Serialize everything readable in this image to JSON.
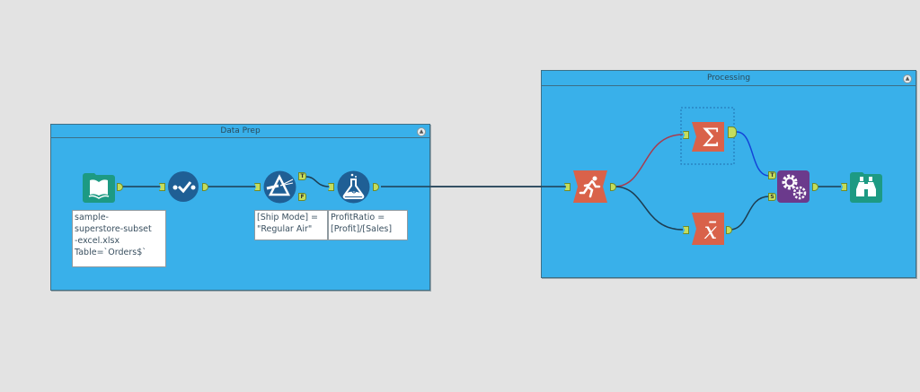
{
  "containers": [
    {
      "title": "Data Prep",
      "collapse_icon": "▲"
    },
    {
      "title": "Processing",
      "collapse_icon": "▲"
    }
  ],
  "tools": {
    "input": {
      "name": "Input Data",
      "icon": "book-icon",
      "color": "#1d9a83",
      "annotation": "sample-\nsuperstore-subset\n-excel.xlsx\nTable=`Orders$`"
    },
    "select": {
      "name": "Select",
      "icon": "checkmark-icon",
      "color": "#1f5f95"
    },
    "filter": {
      "name": "Filter",
      "icon": "prism-icon",
      "color": "#1f5f95",
      "annotation": "[Ship Mode] =\n\"Regular Air\"",
      "true_label": "T",
      "false_label": "F"
    },
    "formula": {
      "name": "Formula",
      "icon": "flask-icon",
      "color": "#1f5f95",
      "annotation": "ProfitRatio =\n[Profit]/[Sales]"
    },
    "sample": {
      "name": "Sample",
      "icon": "runner-icon",
      "color": "#d9624a"
    },
    "summarize": {
      "name": "Summarize",
      "icon": "sigma-icon",
      "color": "#d9624a",
      "glyph": "Σ"
    },
    "average": {
      "name": "Average",
      "icon": "xbar-icon",
      "color": "#d9624a",
      "glyph": "x̄"
    },
    "macro": {
      "name": "Macro",
      "icon": "gears-icon",
      "color": "#6b3a8c",
      "input_labels": [
        "T",
        "S"
      ]
    },
    "browse": {
      "name": "Browse",
      "icon": "binoculars-icon",
      "color": "#1d9a83"
    }
  }
}
